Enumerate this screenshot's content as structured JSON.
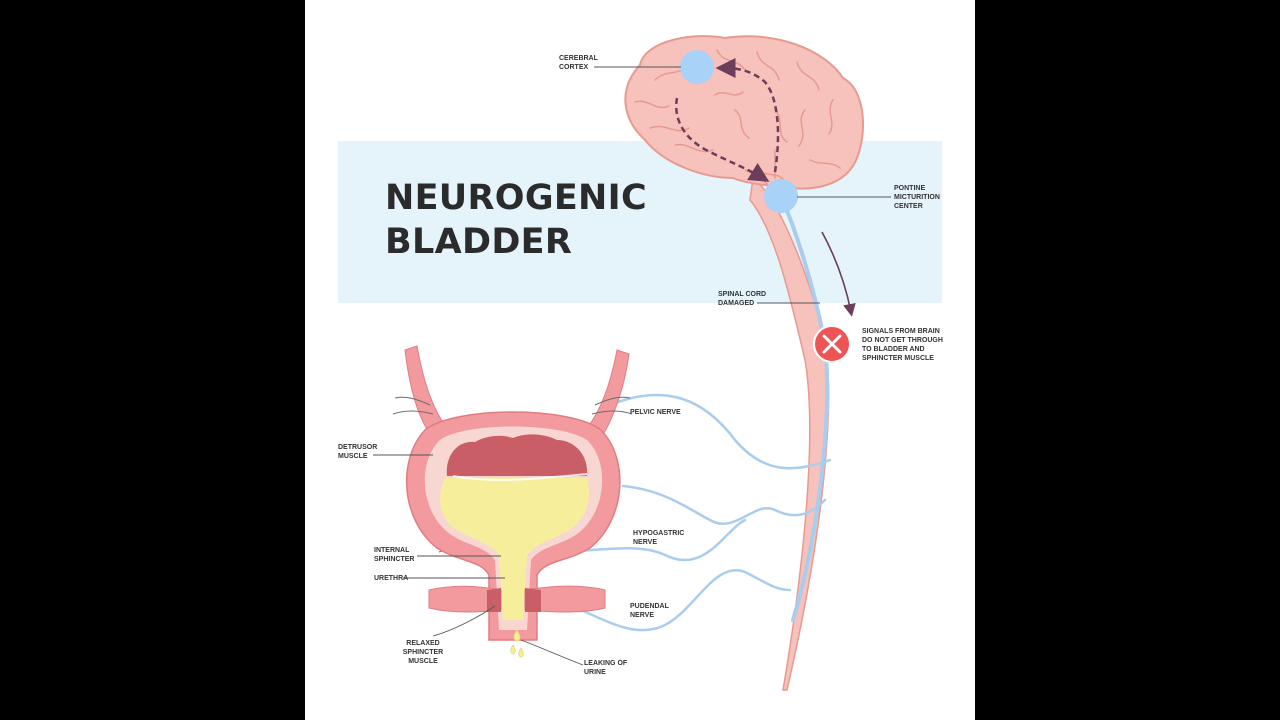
{
  "title": {
    "line1": "NEUROGENIC",
    "line2": "BLADDER"
  },
  "labels": {
    "cerebral_cortex": [
      "CEREBRAL",
      "CORTEX"
    ],
    "pontine_center": [
      "PONTINE",
      "MICTURITION",
      "CENTER"
    ],
    "spinal_cord": [
      "SPINAL CORD",
      "DAMAGED"
    ],
    "signals": [
      "SIGNALS FROM BRAIN",
      "DO NOT GET THROUGH",
      "TO BLADDER AND",
      "SPHINCTER MUSCLE"
    ],
    "pelvic_nerve": [
      "PELVIC NERVE"
    ],
    "detrusor_muscle": [
      "DETRUSOR",
      "MUSCLE"
    ],
    "hypogastric_nerve": [
      "HYPOGASTRIC",
      "NERVE"
    ],
    "internal_sphincter": [
      "INTERNAL",
      "SPHINCTER"
    ],
    "urethra": [
      "URETHRA"
    ],
    "pudendal_nerve": [
      "PUDENDAL",
      "NERVE"
    ],
    "relaxed_sphincter": [
      "RELAXED",
      "SPHINCTER",
      "MUSCLE"
    ],
    "leaking_urine": [
      "LEAKING OF",
      "URINE"
    ]
  },
  "colors": {
    "brain": "#f6c2bb",
    "brain_outline": "#e79a90",
    "spinal_cord": "#f6c2bb",
    "nerve": "#a9cdef",
    "node": "#a8d2f7",
    "bladder_wall": "#f29a9e",
    "bladder_inner": "#f8d7d2",
    "urine": "#f6ee9b",
    "detrusor": "#c95e66",
    "blocked_marker": "#ef5454",
    "arrow": "#6d3d5c",
    "band": "#e5f3fa"
  },
  "icons": [
    "blocked-x-icon"
  ]
}
